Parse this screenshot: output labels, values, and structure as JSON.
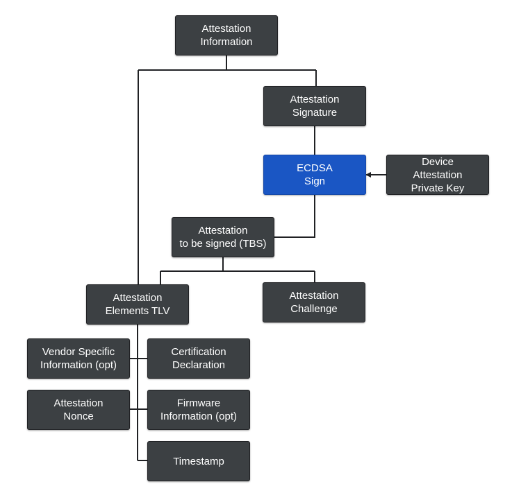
{
  "nodes": {
    "attestation_information": "Attestation\nInformation",
    "attestation_signature": "Attestation\nSignature",
    "ecdsa_sign": "ECDSA\nSign",
    "device_attestation_private_key": "Device\nAttestation\nPrivate Key",
    "attestation_tbs": "Attestation\nto be signed (TBS)",
    "attestation_elements_tlv": "Attestation\nElements TLV",
    "attestation_challenge": "Attestation\nChallenge",
    "vendor_specific_information": "Vendor Specific\nInformation (opt)",
    "certification_declaration": "Certification\nDeclaration",
    "attestation_nonce": "Attestation\nNonce",
    "firmware_information": "Firmware\nInformation (opt)",
    "timestamp": "Timestamp"
  },
  "colors": {
    "node_fill": "#3c4043",
    "accent_fill": "#1a56c4",
    "line": "#202124",
    "text": "#ffffff"
  }
}
